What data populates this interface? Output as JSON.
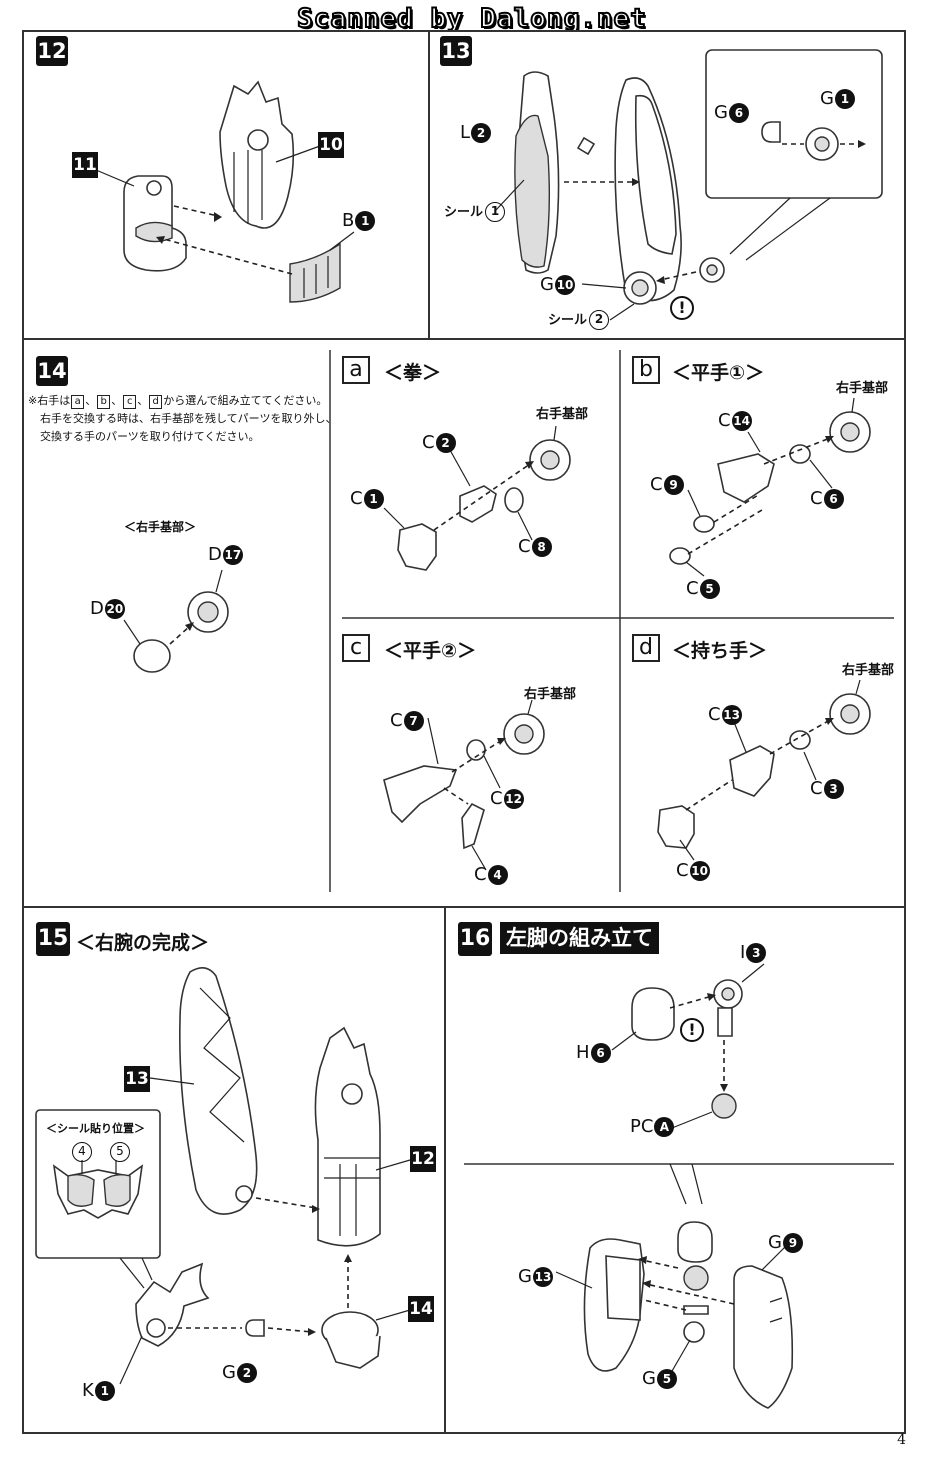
{
  "header": {
    "watermark": "Scanned by Dalong.net"
  },
  "page_number": "4",
  "step12": {
    "number": "12",
    "parts": {
      "p11": "11",
      "p10": "10"
    },
    "label_b": "B",
    "label_b_num": "1"
  },
  "step13": {
    "number": "13",
    "l_letter": "L",
    "l_num": "2",
    "seal_word": "シール",
    "seal1": "1",
    "seal2": "2",
    "g_letter": "G",
    "g10": "10",
    "g6": "6",
    "g1": "1",
    "warn": "!"
  },
  "step14": {
    "number": "14",
    "note_line1_pre": "※右手は",
    "note_a": "a",
    "note_b": "b",
    "note_c": "c",
    "note_d": "d",
    "note_sep": "、",
    "note_line1_post": "から選んで組み立ててください。",
    "note_line2": "右手を交換する時は、右手基部を残してパーツを取り外し、",
    "note_line3": "交換する手のパーツを取り付けてください。",
    "base_caption": "＜右手基部＞",
    "d_letter": "D",
    "d17": "17",
    "d20": "20",
    "right_base": "右手基部",
    "c_letter": "C",
    "a": {
      "letter": "a",
      "title": "＜拳＞",
      "parts": [
        "2",
        "1",
        "8"
      ]
    },
    "b": {
      "letter": "b",
      "title": "＜平手①＞",
      "parts": [
        "14",
        "9",
        "6",
        "5"
      ]
    },
    "c": {
      "letter": "c",
      "title": "＜平手②＞",
      "parts": [
        "7",
        "12",
        "4"
      ]
    },
    "d": {
      "letter": "d",
      "title": "＜持ち手＞",
      "parts": [
        "13",
        "3",
        "10"
      ]
    }
  },
  "step15": {
    "number": "15",
    "title": "＜右腕の完成＞",
    "parts": {
      "p13": "13",
      "p12": "12",
      "p14": "14"
    },
    "seal_caption": "＜シール貼り位置＞",
    "seal4": "4",
    "seal5": "5",
    "k_letter": "K",
    "k1": "1",
    "g_letter": "G",
    "g2": "2"
  },
  "step16": {
    "number": "16",
    "title": "左脚の組み立て",
    "i_letter": "I",
    "i3": "3",
    "h_letter": "H",
    "h6": "6",
    "pc_letter": "PC",
    "pc_a": "A",
    "g_letter": "G",
    "g13": "13",
    "g9": "9",
    "g5": "5",
    "warn": "!"
  }
}
